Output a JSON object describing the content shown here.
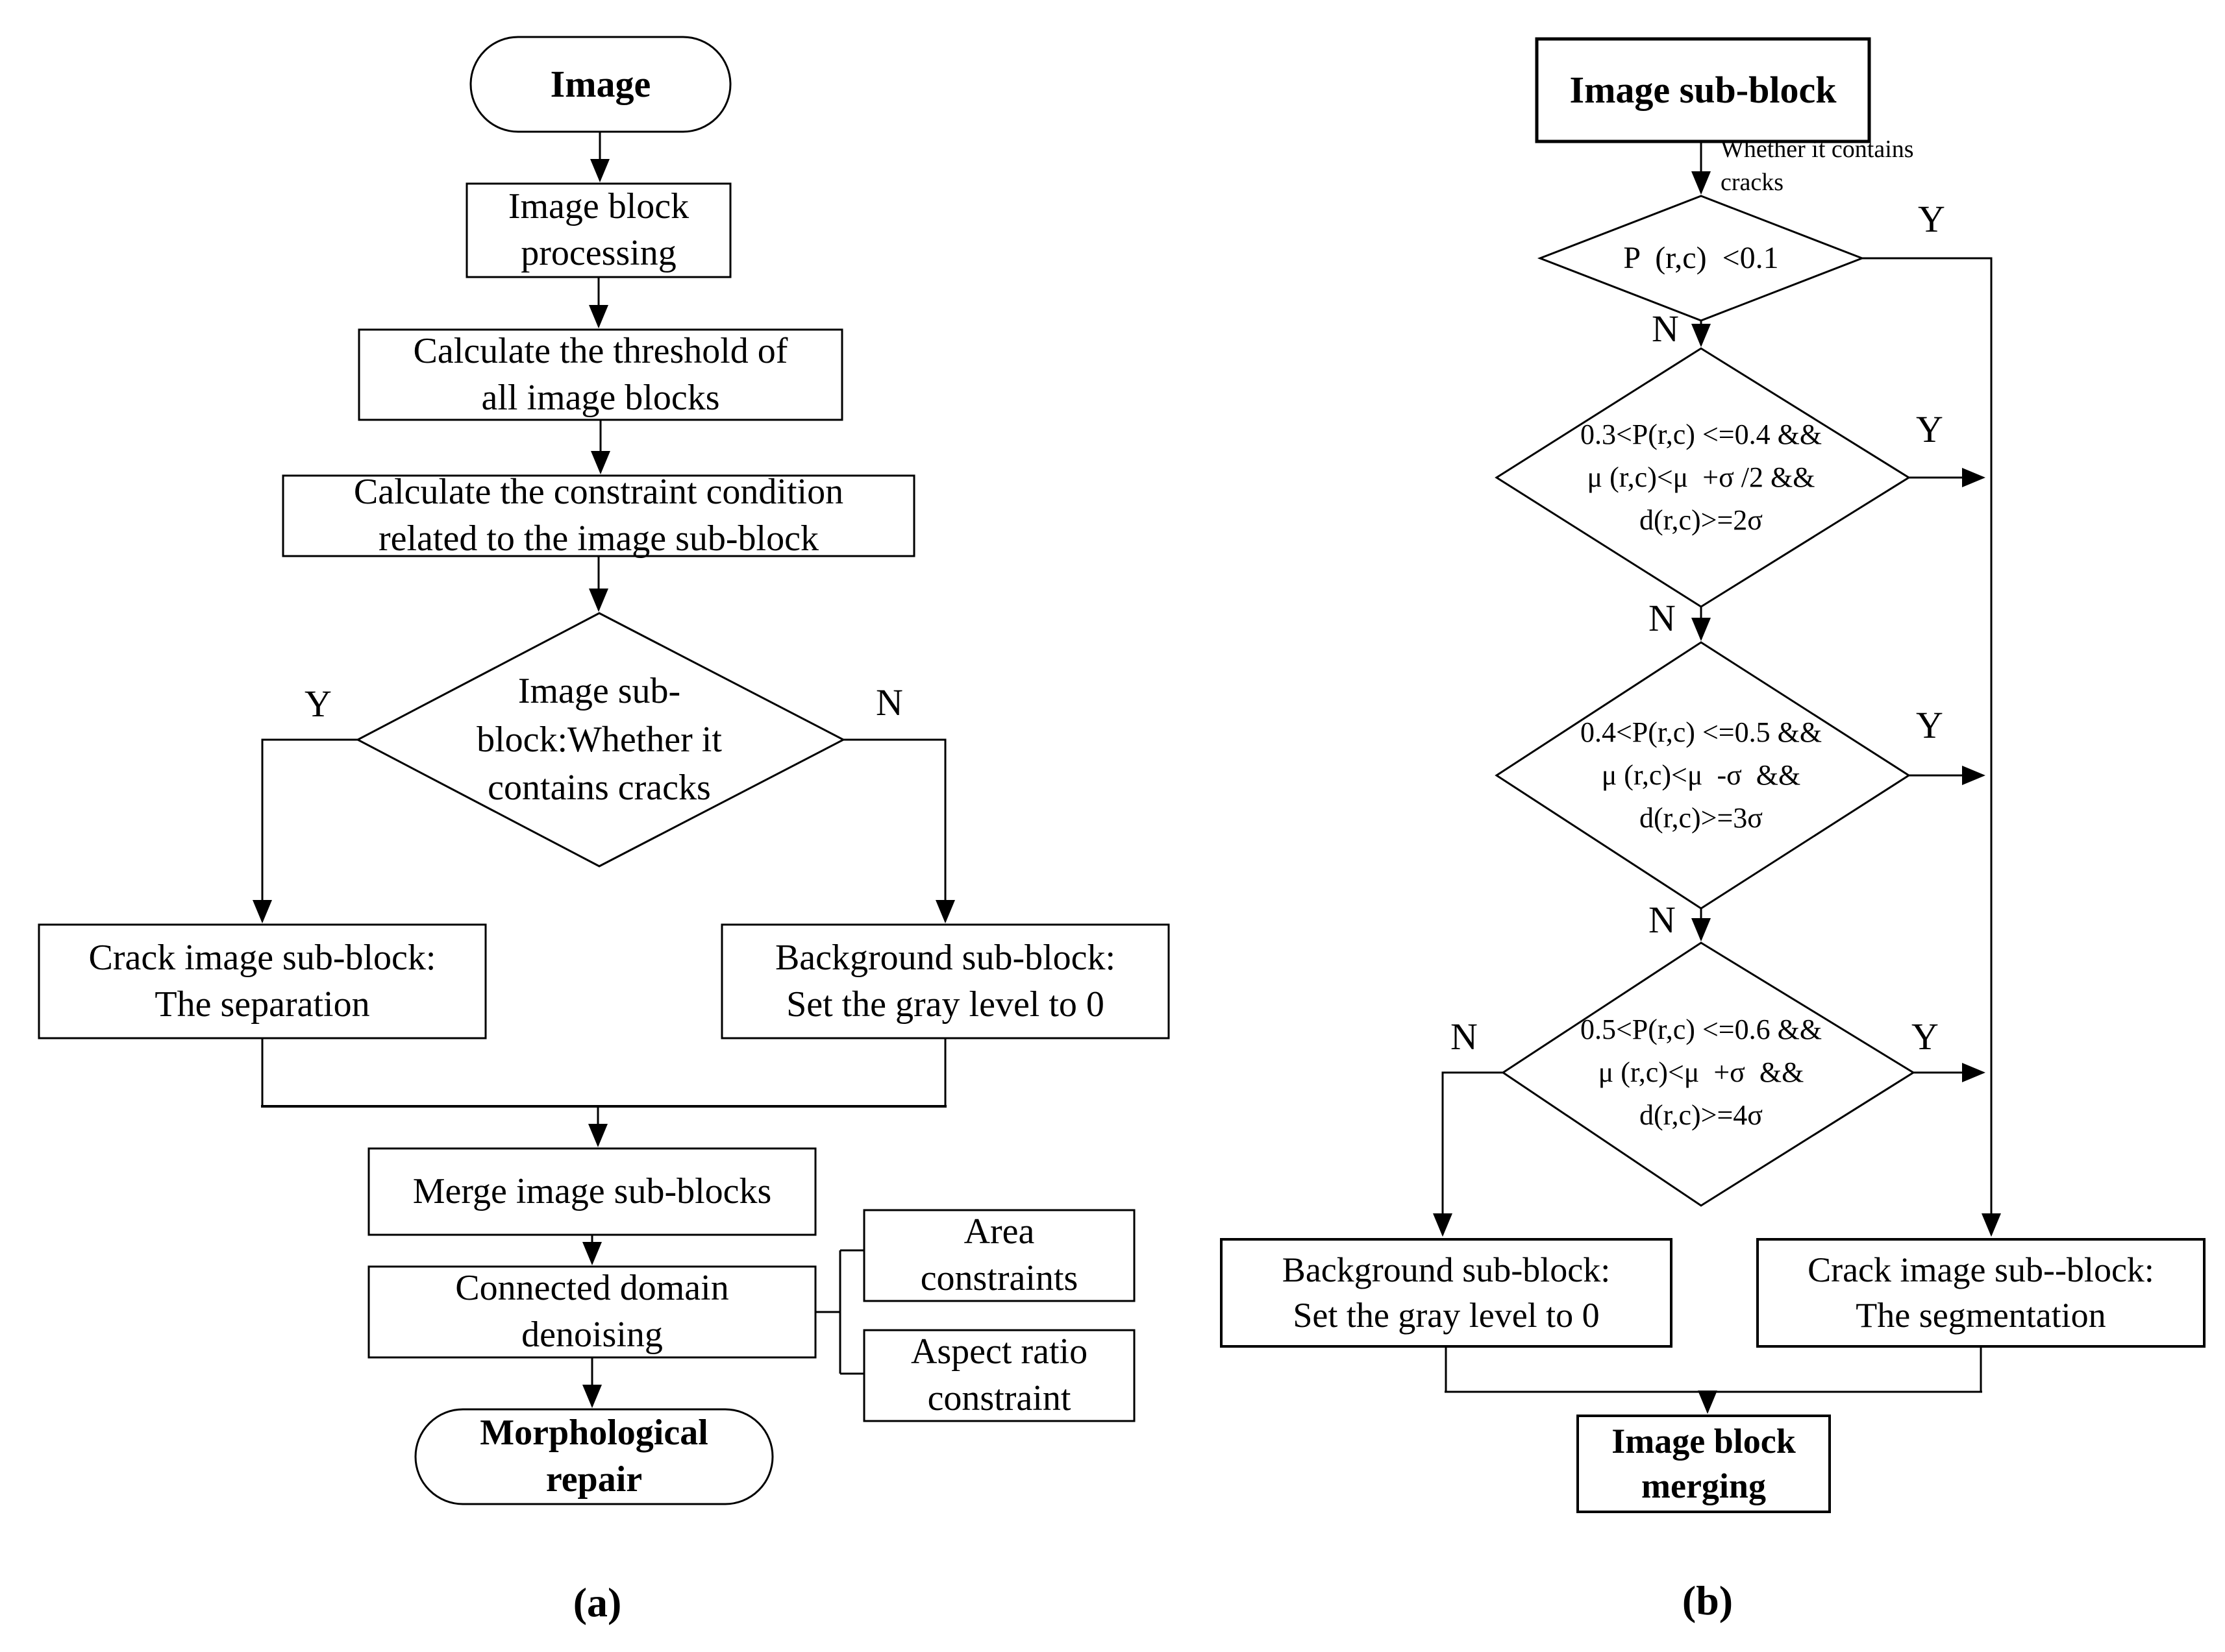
{
  "panel_a": {
    "caption": "(a)",
    "start": "Image",
    "step_block_processing": "Image block\nprocessing",
    "step_threshold": "Calculate the threshold of\nall image blocks",
    "step_constraint": "Calculate the constraint condition\nrelated to the image sub-block",
    "decision_cracks": "Image sub-\nblock:Whether it\ncontains cracks",
    "label_yes": "Y",
    "label_no": "N",
    "crack_separation": "Crack image sub-block:\nThe separation",
    "background_gray0": "Background sub-block:\nSet the gray level to 0",
    "merge": "Merge image sub-blocks",
    "denoising": "Connected domain\ndenoising",
    "area_constraints": "Area\nconstraints",
    "aspect_ratio": "Aspect ratio\nconstraint",
    "end": "Morphological\nrepair"
  },
  "panel_b": {
    "caption": "(b)",
    "start": "Image sub-block",
    "edge_label": "Whether it contains\ncracks",
    "decision_1": "P  (r,c)  <0.1",
    "decision_2": "0.3<P(r,c) <=0.4 &&\nμ (r,c)<μ  +σ /2 &&\nd(r,c)>=2σ",
    "decision_3": "0.4<P(r,c) <=0.5 &&\nμ (r,c)<μ  -σ  &&\nd(r,c)>=3σ",
    "decision_4": "0.5<P(r,c) <=0.6 &&\nμ (r,c)<μ  +σ  &&\nd(r,c)>=4σ",
    "label_yes": "Y",
    "label_no": "N",
    "background_gray0": "Background sub-block:\nSet the gray level to 0",
    "crack_segmentation": "Crack image sub--block:\nThe segmentation",
    "merge": "Image block\nmerging"
  },
  "colors": {
    "line": "#000000",
    "background": "#ffffff"
  }
}
